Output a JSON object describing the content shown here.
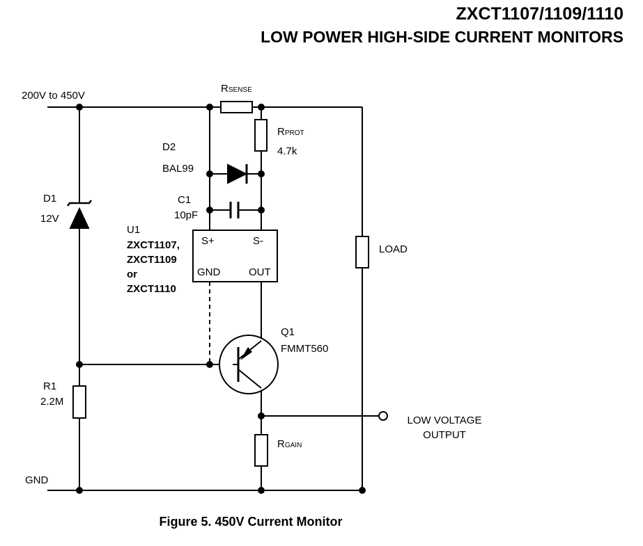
{
  "header": {
    "part_numbers": "ZXCT1107/1109/1110",
    "subtitle": "LOW POWER HIGH-SIDE CURRENT MONITORS"
  },
  "labels": {
    "supply": "200V to 450V",
    "gnd": "GND",
    "load": "LOAD",
    "output_line1": "LOW VOLTAGE",
    "output_line2": "OUTPUT"
  },
  "components": {
    "rsense": {
      "main": "R",
      "sub": "SENSE"
    },
    "rprot": {
      "main": "R",
      "sub": "PROT",
      "value": "4.7k"
    },
    "rgain": {
      "main": "R",
      "sub": "GAIN"
    },
    "d1": {
      "ref": "D1",
      "value": "12V"
    },
    "d2": {
      "ref": "D2",
      "value": "BAL99"
    },
    "c1": {
      "ref": "C1",
      "value": "10pF"
    },
    "r1": {
      "ref": "R1",
      "value": "2.2M"
    },
    "q1": {
      "ref": "Q1",
      "value": "FMMT560"
    },
    "u1": {
      "ref": "U1",
      "parts": [
        "ZXCT1107,",
        "ZXCT1109",
        "or",
        "ZXCT1110"
      ],
      "pins": {
        "sp": "S+",
        "sm": "S-",
        "gnd": "GND",
        "out": "OUT"
      }
    }
  },
  "caption": "Figure 5. 450V Current Monitor"
}
